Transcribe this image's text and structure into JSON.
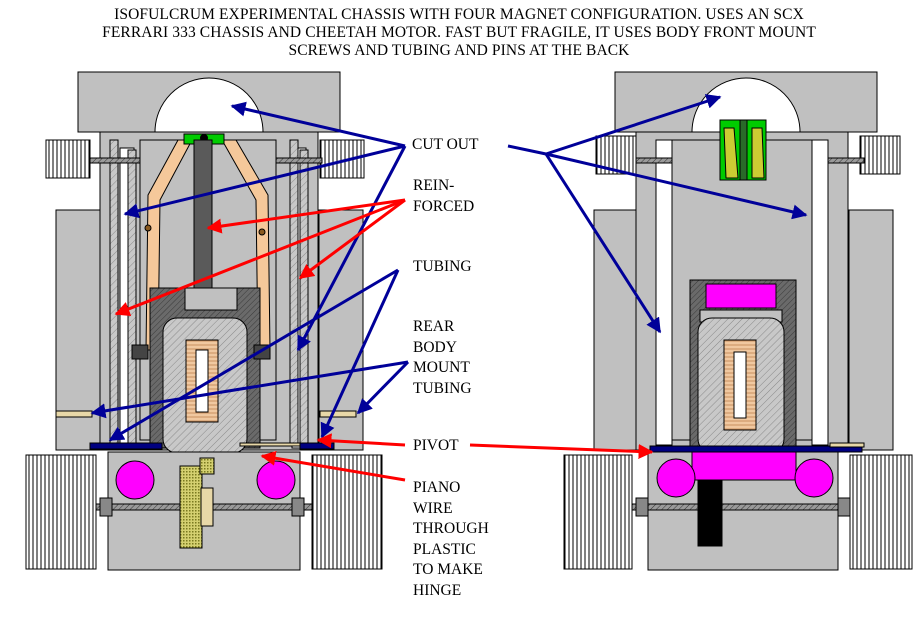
{
  "title": {
    "line1": "ISOFULCRUM EXPERIMENTAL CHASSIS WITH FOUR MAGNET CONFIGURATION. USES AN SCX",
    "line2": "FERRARI 333 CHASSIS AND CHEETAH MOTOR. FAST BUT FRAGILE, IT USES BODY FRONT MOUNT",
    "line3": "SCREWS AND TUBING AND PINS AT THE BACK"
  },
  "labels": {
    "cut_out": "CUT OUT",
    "reinforced": "REIN-\nFORCED",
    "tubing": "TUBING",
    "rear_body_mount": "REAR\nBODY\nMOUNT\nTUBING",
    "pivot": "PIVOT",
    "piano_wire": "PIANO\nWIRE\nTHROUGH\nPLASTIC\nTO MAKE\nHINGE"
  },
  "colors": {
    "chassis_gray": "#c0c0c0",
    "dark_gray": "#5a5a5a",
    "blue_arrow": "#000099",
    "red_arrow": "#ff0000",
    "magnet": "#ff00ff",
    "reinforcement": "#f5c89a",
    "brass": "#e8d8a8",
    "pickup_green": "#00cc00",
    "pickup_yellow": "#cccc33"
  }
}
